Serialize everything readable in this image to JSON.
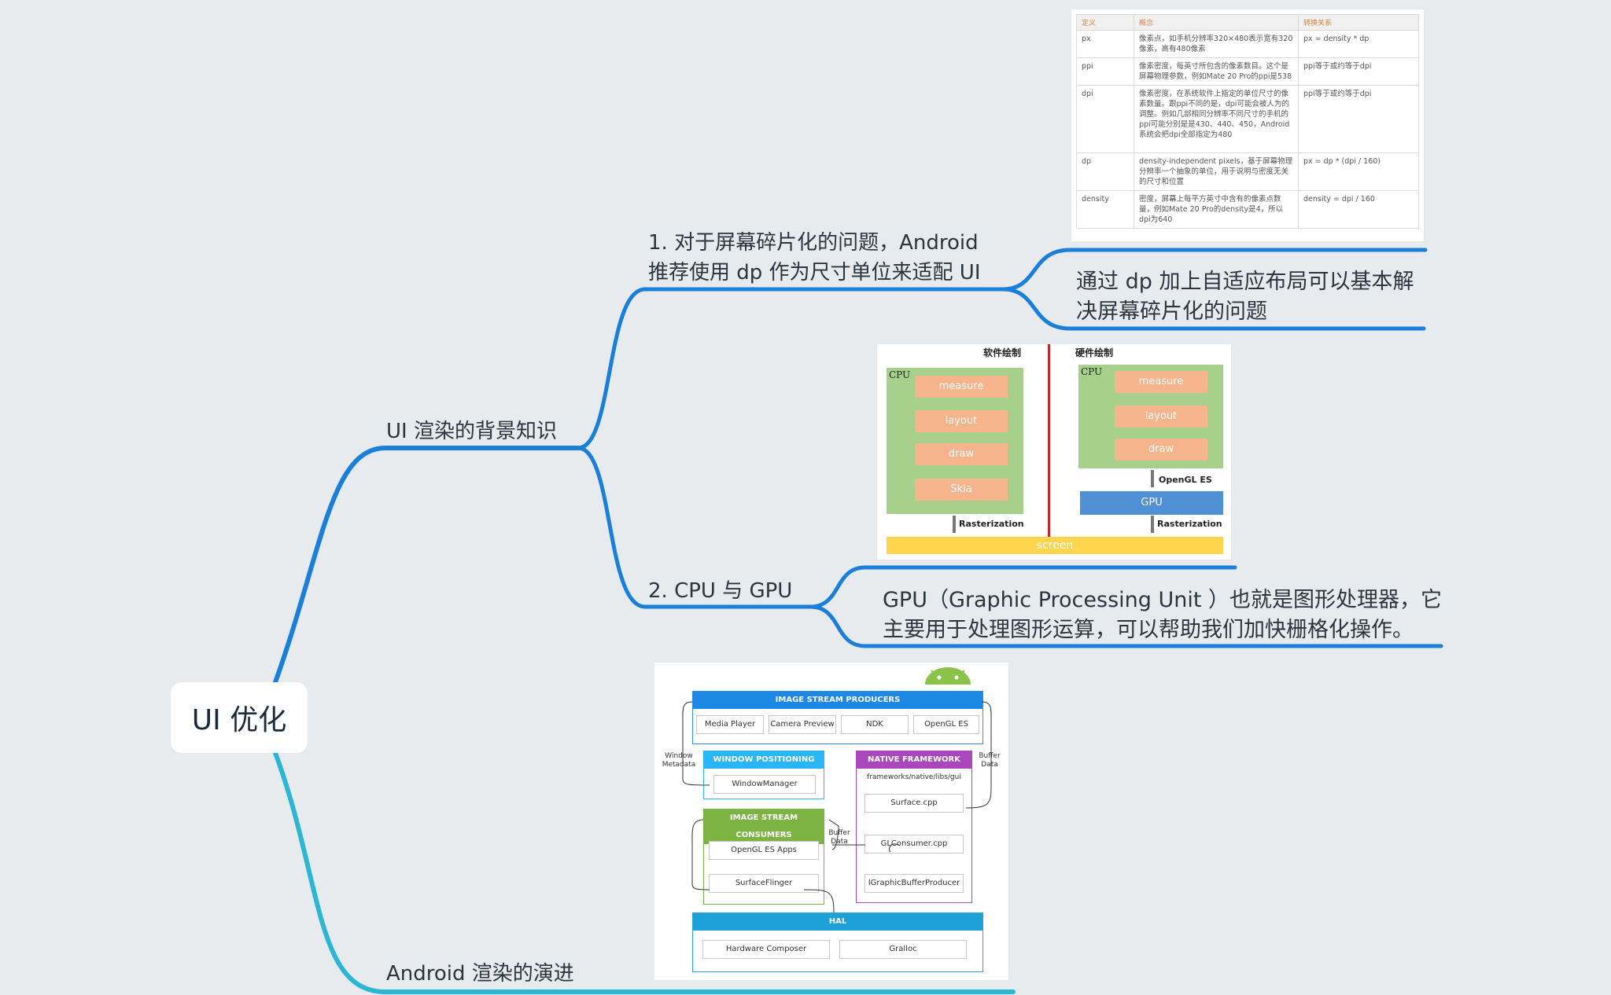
{
  "mindmap": {
    "root": "UI 优化",
    "branch1": {
      "title": "UI 渲染的背景知识",
      "child1": {
        "title_line1": "1. 对于屏幕碎片化的问题，Android",
        "title_line2": "推荐使用 dp 作为尺寸单位来适配 UI",
        "leaf_line1": "通过 dp 加上自适应布局可以基本解",
        "leaf_line2": "决屏幕碎片化的问题"
      },
      "child2": {
        "title": "2. CPU 与 GPU",
        "leaf_line1": "GPU（Graphic Processing Unit ）也就是图形处理器，它",
        "leaf_line2": "主要用于处理图形运算，可以帮助我们加快栅格化操作。"
      }
    },
    "branch2": {
      "title": "Android 渲染的演进"
    }
  },
  "colors": {
    "branch1": "#1a7fd9",
    "branch2": "#2bb7d3"
  },
  "unit_table": {
    "headers": [
      "定义",
      "概念",
      "转换关系"
    ],
    "rows": [
      [
        "px",
        "像素点，如手机分辨率320×480表示宽有320像素，高有480像素",
        "px = density * dp"
      ],
      [
        "ppi",
        "像素密度，每英寸所包含的像素数目。这个是屏幕物理参数，例如Mate 20 Pro的ppi是538",
        "ppi等于或约等于dpi"
      ],
      [
        "dpi",
        "像素密度，在系统软件上指定的单位尺寸的像素数量。跟ppi不同的是，dpi可能会被人为的调整。例如几部相同分辨率不同尺寸的手机的ppi可能分别是是430、440、450，Android系统会把dpi全部指定为480",
        "ppi等于或约等于dpi"
      ],
      [
        "dp",
        "density-independent pixels，基于屏幕物理分辨率一个抽象的单位，用于说明与密度无关的尺寸和位置",
        "px = dp * (dpi / 160)"
      ],
      [
        "density",
        "密度，屏幕上每平方英寸中含有的像素点数量，例如Mate 20 Pro的density是4，所以dpi为640",
        "density = dpi / 160"
      ]
    ]
  },
  "render_figure": {
    "software_title": "软件绘制",
    "hardware_title": "硬件绘制",
    "cpu_label": "CPU",
    "stages_sw": [
      "measure",
      "layout",
      "draw",
      "Skia"
    ],
    "stages_hw": [
      "measure",
      "layout",
      "draw"
    ],
    "opengl_label": "OpenGL ES",
    "gpu_label": "GPU",
    "raster_label": "Rasterization",
    "screen_label": "screen"
  },
  "graphics_arch": {
    "producers_title": "IMAGE STREAM PRODUCERS",
    "producers": [
      "Media Player",
      "Camera Preview",
      "NDK",
      "OpenGL ES"
    ],
    "window_positioning_title": "WINDOW POSITIONING",
    "window_manager": "WindowManager",
    "native_framework_title": "NATIVE FRAMEWORK",
    "native_path": "frameworks/native/libs/gui",
    "native_items": [
      "Surface.cpp",
      "GLConsumer.cpp",
      "IGraphicBufferProducer"
    ],
    "consumers_title": "IMAGE STREAM CONSUMERS",
    "consumers": [
      "OpenGL ES Apps",
      "SurfaceFlinger"
    ],
    "hal_title": "HAL",
    "hal_items": [
      "Hardware Composer",
      "Gralloc"
    ],
    "window_metadata_1": "Window",
    "window_metadata_2": "Metadata",
    "buffer_data_1": "Buffer",
    "buffer_data_2": "Data"
  }
}
